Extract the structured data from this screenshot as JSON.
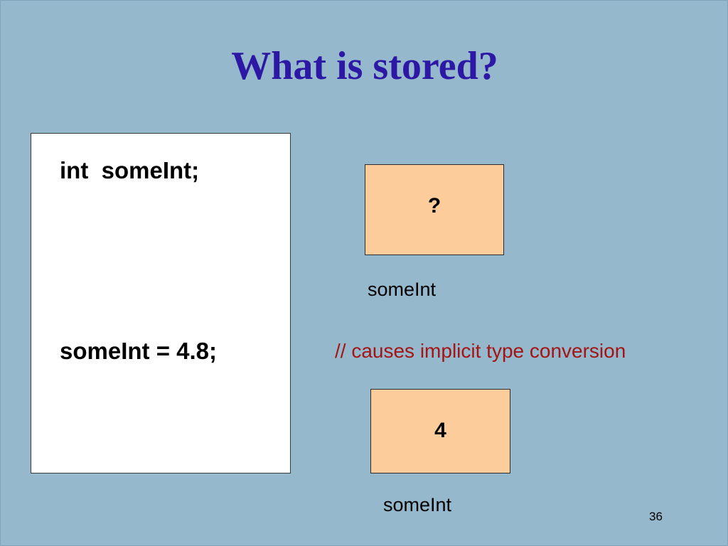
{
  "slide": {
    "title": "What is stored?",
    "code": {
      "line1": "int  someInt;",
      "line2": "someInt = 4.8;"
    },
    "comment": "// causes implicit type conversion",
    "boxes": [
      {
        "value": "?",
        "label": "someInt"
      },
      {
        "value": "4",
        "label": "someInt"
      }
    ],
    "page_number": "36"
  },
  "colors": {
    "background": "#95b8cc",
    "title": "#2d18a6",
    "box_fill": "#fdcc9b",
    "comment": "#a31515",
    "code_panel": "#ffffff"
  }
}
